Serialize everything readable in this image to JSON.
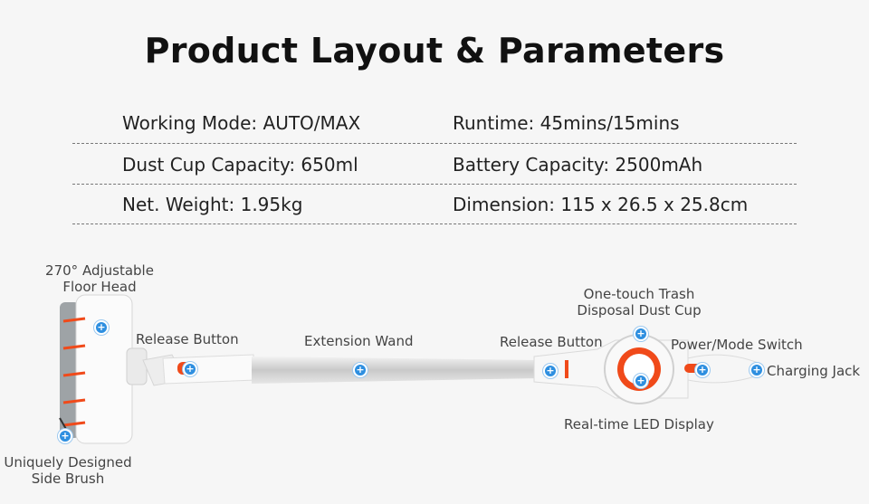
{
  "title": "Product Layout & Parameters",
  "specs": {
    "working_mode": "Working Mode: AUTO/MAX",
    "runtime": "Runtime: 45mins/15mins",
    "dust_cup": "Dust Cup Capacity: 650ml",
    "battery": "Battery Capacity: 2500mAh",
    "weight": "Net. Weight: 1.95kg",
    "dimension": "Dimension: 115 x 26.5 x 25.8cm"
  },
  "labels": {
    "floor_head_1": "270° Adjustable",
    "floor_head_2": "Floor Head",
    "release_button_left": "Release Button",
    "extension_wand": "Extension Wand",
    "release_button_right": "Release Button",
    "trash_1": "One-touch Trash",
    "trash_2": "Disposal Dust Cup",
    "power_switch": "Power/Mode Switch",
    "charging_jack": "Charging Jack",
    "led_display": "Real-time LED Display",
    "side_brush_1": "Uniquely Designed",
    "side_brush_2": "Side Brush"
  },
  "hotspot_glyph": "+",
  "colors": {
    "accent_orange": "#f04a1a",
    "hotspot_blue": "#2e8fe0"
  },
  "icons": [
    "plus-hotspot-icon"
  ]
}
